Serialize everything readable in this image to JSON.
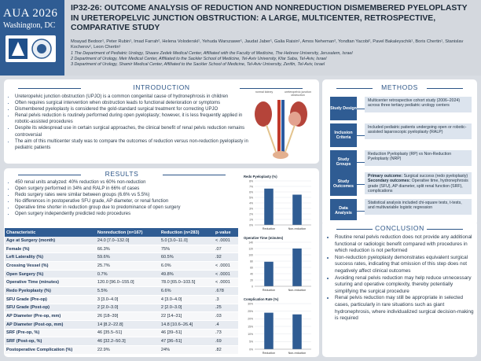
{
  "header": {
    "logo_line1": "AUA 2026",
    "logo_line2": "Washington, DC",
    "title": "IP32-26: OUTCOME ANALYSIS OF REDUCTION AND NONREDUCTION DISMEMBERED PYELOPLASTY IN URETEROPELVIC JUNCTION OBSTRUCTION: A LARGE, MULTICENTER, RETROSPECTIVE, COMPARATIVE STUDY",
    "authors": "Moayad Bedoor¹, Peter Rubin¹, Imad Farrah², Helena Voloderski¹, Yehuda Warszawer¹, Jaudat Jaber¹, Galia Raisin¹, Amos Neheman², Yondtan Yacobi², Pavel Bakaleyschik¹, Boris Chertin¹, Stanislav Kocherov¹, Leon Chertin¹",
    "affiliations": [
      "1 The Department of Pediatric Urology, Shaare Zedek Medical Center, Affiliated with the Faculty of Medicine, The Hebrew University, Jerusalem, Israel",
      "2 Department of Urology, Meir Medical Center, Affiliated to the Sackler School of Medicine, Tel-Aviv University, Kfar Saba, Tel-Aviv, Israel",
      "3 Department of Urology, Shamir Medical Center, Affiliated to the Sackler School of Medicine, Tel-Aviv University, Zerifin, Tel-Aviv, Israel"
    ]
  },
  "introduction": {
    "title": "INTRODUCTION",
    "bullets": [
      "Ureteropelvic junction obstruction (UPJO) is a common congenital cause of hydronephrosis in children",
      "Often requires surgical intervention when obstruction leads to functional deterioration or symptoms",
      "Dismembered pyeloplasty is considered the gold-standard surgical treatment for correcting UPJO",
      "Renal pelvis reduction is routinely performed during open pyeloplasty; however, it is less frequently applied in robotic-assisted procedures",
      "Despite its widespread use in certain surgical approaches, the clinical benefit of renal pelvis reduction remains controversial",
      "The aim of this multicenter study was to compare the outcomes of reduction versus non-reduction pyeloplasty in pediatric patients"
    ],
    "figure_labels": [
      "normal kidney",
      "ureteropelvic junction obstruction"
    ]
  },
  "results": {
    "title": "RESULTS",
    "bullets": [
      "450 renal units analyzed: 40% reduction vs 60% non-reduction",
      "Open surgery performed in 34% and RALP in 66% of cases",
      "Redo surgery rates were similar between groups (6.6% vs 5.5%)",
      "No differences in postoperative SFU grade, AP diameter, or renal function",
      "Operative time shorter in reduction group due to predominance of open surgery",
      "Open surgery independently predicted redo procedures"
    ],
    "table": {
      "headers": [
        "Characteristic",
        "Nonreduction (n=167)",
        "Reduction (n=283)",
        "p-value"
      ],
      "rows": [
        [
          "Age at Surgery (month)",
          "24.0 [7.0–132.0]",
          "5.0 [3.0–11.0]",
          "< .0001"
        ],
        [
          "Female (%)",
          "66.3%",
          "75%",
          ".07"
        ],
        [
          "Left Laterality (%)",
          "59.6%",
          "60.5%",
          ".92"
        ],
        [
          "Crossing Vessel (%)",
          "25.7%",
          "6.0%",
          "< .0001"
        ],
        [
          "Open Surgery (%)",
          "0.7%",
          "49.8%",
          "< .0001"
        ],
        [
          "Operative Time (minutes)",
          "120.0 [96.0–155.0]",
          "78.0 [65.0–103.5]",
          "< .0001"
        ],
        [
          "Redo Pyeloplasty (%)",
          "5.5%",
          "6.6%",
          ".678"
        ],
        [
          "SFU Grade (Pre-op)",
          "3 [3.0–4.0]",
          "4 [3.0–4.0]",
          ".3"
        ],
        [
          "SFU Grade (Post-op)",
          "2 [2.0–3.0]",
          "2 [2.0–3.0]",
          ".25"
        ],
        [
          "AP Diameter (Pre-op, mm)",
          "26 [18–39]",
          "22 [14–31]",
          ".03"
        ],
        [
          "AP Diameter (Post-op, mm)",
          "14 [8.2–22.8]",
          "14.8 [10.6–26.4]",
          ".4"
        ],
        [
          "SRF (Pre-op, %)",
          "46 [35.5–51]",
          "46 [39–51]",
          ".73"
        ],
        [
          "SRF (Post-op, %)",
          "46 [32.2–50.3]",
          "47 [36–51]",
          ".69"
        ],
        [
          "Postoperative Complication (%)",
          "22.9%",
          "24%",
          ".82"
        ]
      ]
    }
  },
  "methods": {
    "title": "METHODS",
    "steps": [
      {
        "label": "Study Design",
        "text": "Multicenter retrospective cohort study (2006–2024) across three tertiary pediatric urology centers"
      },
      {
        "label": "Inclusion Criteria",
        "text": "Included pediatric patients undergoing open or robotic-assisted laparoscopic pyeloplasty (RALP)"
      },
      {
        "label": "Study Groups",
        "text": "Reduction Pyeloplasty (RP) vs Non-Reduction Pyeloplasty (NRP)"
      },
      {
        "label": "Study Outcomes",
        "primary_label": "Primary outcome:",
        "primary_text": "Surgical success (redo pyeloplasty)",
        "secondary_label": "Secondary outcomes:",
        "secondary_text": "Operative time, hydronephrosis grade (SFU), AP diameter, split renal function (SRF), complications"
      },
      {
        "label": "Data Analysis",
        "text": "Statistical analysis included chi-square tests, t-tests, and multivariable logistic regression"
      }
    ]
  },
  "conclusion": {
    "title": "CONCLUSION",
    "bullets": [
      "Routine renal pelvis reduction does not provide any additional functional or radiologic benefit compared with procedures in which reduction is not performed",
      "Non-reduction pyeloplasty demonstrates equivalent surgical success rates, indicating that omission of this step does not negatively affect clinical outcomes",
      "Avoiding renal pelvis reduction may help reduce unnecessary suturing and operative complexity, thereby potentially simplifying the surgical procedure",
      "Renal pelvis reduction may still be appropriate in selected cases, particularly in rare situations such as giant hydronephrosis, where individualized surgical decision-making is required"
    ]
  },
  "chart_data": [
    {
      "type": "bar",
      "title": "Redo Pyeloplasty (%)",
      "categories": [
        "Reduction",
        "Non-reduction"
      ],
      "values": [
        6.6,
        5.5
      ],
      "ylim": [
        0,
        8
      ],
      "yticks": [
        "0%",
        "1%",
        "2%",
        "3%",
        "4%",
        "5%",
        "6%",
        "7%",
        "8%"
      ],
      "color": "#2f5c93"
    },
    {
      "type": "bar",
      "title": "Operative Time (minutes)",
      "categories": [
        "Reduction",
        "Non-reduction"
      ],
      "values": [
        78,
        120
      ],
      "ylim": [
        0,
        140
      ],
      "yticks": [
        "0",
        "20",
        "40",
        "60",
        "80",
        "100",
        "120",
        "140"
      ],
      "color": "#2f5c93"
    },
    {
      "type": "bar",
      "title": "Complication Rate (%)",
      "categories": [
        "Reduction",
        "Non-reduction"
      ],
      "values": [
        24,
        22.9
      ],
      "ylim": [
        0,
        30
      ],
      "yticks": [
        "0%",
        "5%",
        "10%",
        "15%",
        "20%",
        "25%",
        "30%"
      ],
      "color": "#2f5c93"
    }
  ]
}
